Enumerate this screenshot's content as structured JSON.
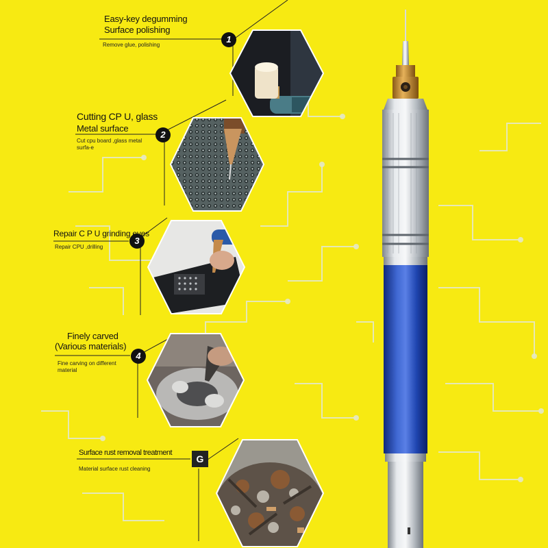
{
  "features": [
    {
      "number": "1",
      "title_line1": "Easy-key degumming",
      "title_line2": "Surface polishing",
      "subtitle_line1": "Remove glue, polishing",
      "subtitle_line2": ""
    },
    {
      "number": "2",
      "title_line1": "Cutting CP U, glass",
      "title_line2": "Metal surface",
      "subtitle_line1": "Cut cpu board ,glass metal",
      "subtitle_line2": "surfa-e"
    },
    {
      "number": "3",
      "title_line1": "Repair C P U grinding eyes",
      "title_line2": "",
      "subtitle_line1": "Repair CPU ,drilling",
      "subtitle_line2": ""
    },
    {
      "number": "4",
      "title_line1": "Finely carved",
      "title_line2": "(Various materials)",
      "subtitle_line1": "Fine carving on different",
      "subtitle_line2": "material"
    },
    {
      "number": "G",
      "title_line1": "Surface rust removal treatment",
      "title_line2": "",
      "subtitle_line1": "Material surface rust cleaning",
      "subtitle_line2": ""
    }
  ],
  "colors": {
    "background": "#f7ea12",
    "line": "#222222",
    "circuit": "#e2e7c9",
    "pen_blue": "#1f3f9e",
    "pen_silver": "#c9cdd2",
    "brass": "#c48a2a"
  }
}
